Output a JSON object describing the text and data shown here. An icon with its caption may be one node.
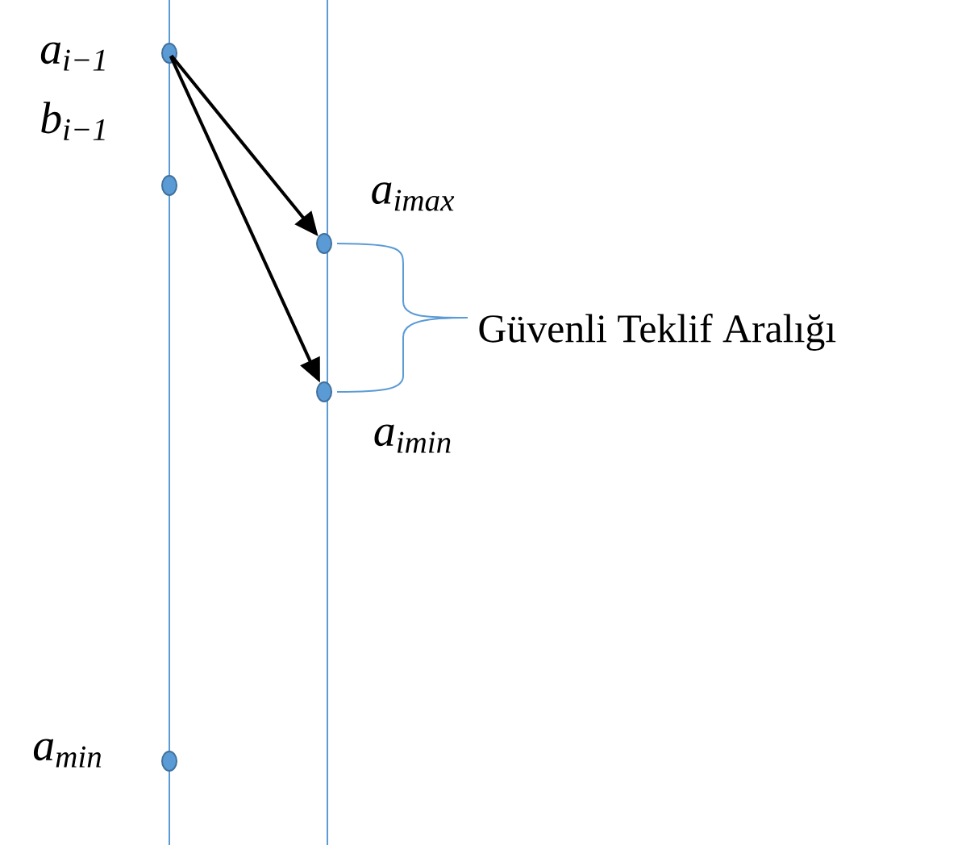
{
  "diagram": {
    "nodes": [
      {
        "text": [],
        "shape": "circle",
        "beside": [
          "a$_{i−1}$"
        ]
      },
      {
        "text": [],
        "shape": "circle",
        "beside": [
          "b$_{i−1}$"
        ]
      },
      {
        "text": [],
        "shape": "circle",
        "beside": [
          "a$_{imax}$"
        ]
      },
      {
        "text": [],
        "shape": "circle",
        "beside": [
          "a$_{imin}$"
        ]
      },
      {
        "text": [],
        "shape": "circle",
        "beside": [
          "a$_{min}$"
        ]
      }
    ],
    "edges": [
      {
        "from": 0,
        "to": 2,
        "arrow": "to"
      },
      {
        "from": 0,
        "to": 3,
        "arrow": "to"
      }
    ],
    "labels": [
      "Güvenli Teklif Aralığı"
    ]
  }
}
